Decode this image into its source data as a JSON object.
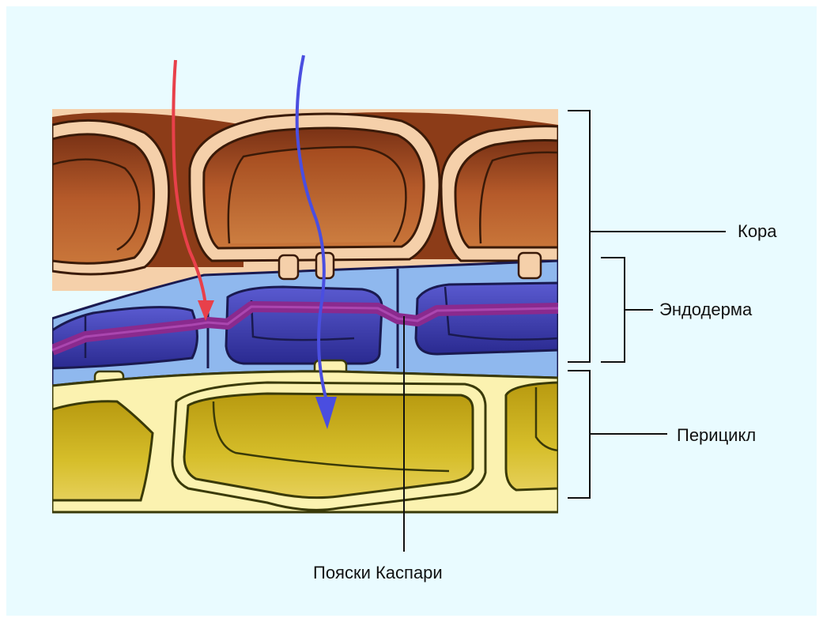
{
  "labels": {
    "cortex": "Кора",
    "endodermis": "Эндодерма",
    "pericycle": "Перицикл",
    "casparian_strips": "Пояски Каспари"
  },
  "colors": {
    "background": "#e9fbff",
    "cortex_cell": "#b0582a",
    "cortex_wall": "#f5d0aa",
    "endodermis_cell": "#4a44b8",
    "endodermis_wall": "#8fb8ee",
    "casparian_strip": "#8a2a8e",
    "pericycle_cell": "#cdb41e",
    "pericycle_wall": "#fbf2b0",
    "apoplast_arrow": "#e8404a",
    "symplast_arrow": "#4a4ee0"
  }
}
